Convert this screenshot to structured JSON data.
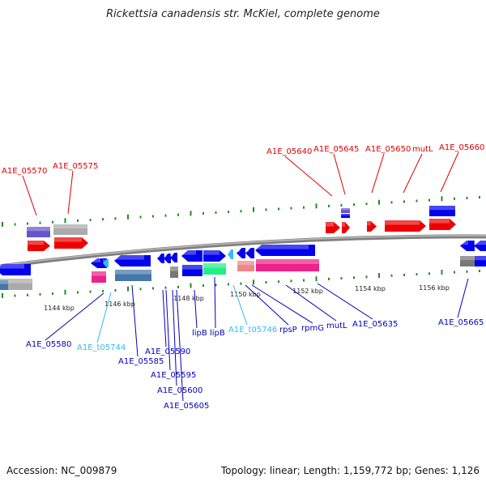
{
  "title": "Rickettsia canadensis str. McKiel, complete genome",
  "accession_label": "Accession: NC_009879",
  "summary_label": "Topology: linear; Length: 1,159,772 bp; Genes: 1,126",
  "scale_labels": [
    "1144 kbp",
    "1146 kbp",
    "1148 kbp",
    "1150 kbp",
    "1152 kbp",
    "1154 kbp",
    "1156 kbp"
  ],
  "colors": {
    "label_upper": "#dd0000",
    "label_lower": "#0000bb",
    "label_trna": "#33bbee",
    "backbone": "#808080",
    "tick": "#228b22",
    "gene_blue": "#0000ee",
    "gene_red": "#ee0000",
    "gene_pink": "#ee2288",
    "gene_green": "#22ee88",
    "gene_steel": "#4477aa",
    "gene_grey": "#aaaaaa",
    "gene_purple": "#6655cc",
    "gene_salmon": "#ee8888"
  },
  "upper_labels": [
    "A1E_05570",
    "A1E_05575",
    "A1E_05640",
    "A1E_05645",
    "A1E_05650",
    "mutL",
    "A1E_05660"
  ],
  "lower_labels": [
    "A1E_05580",
    "A1E_t05744",
    "A1E_05585",
    "A1E_05590",
    "A1E_05595",
    "A1E_05600",
    "A1E_05605",
    "lipB",
    "lipB",
    "A1E_t05746",
    "rpsP",
    "rpmG",
    "mutL",
    "A1E_05635",
    "A1E_05665"
  ]
}
